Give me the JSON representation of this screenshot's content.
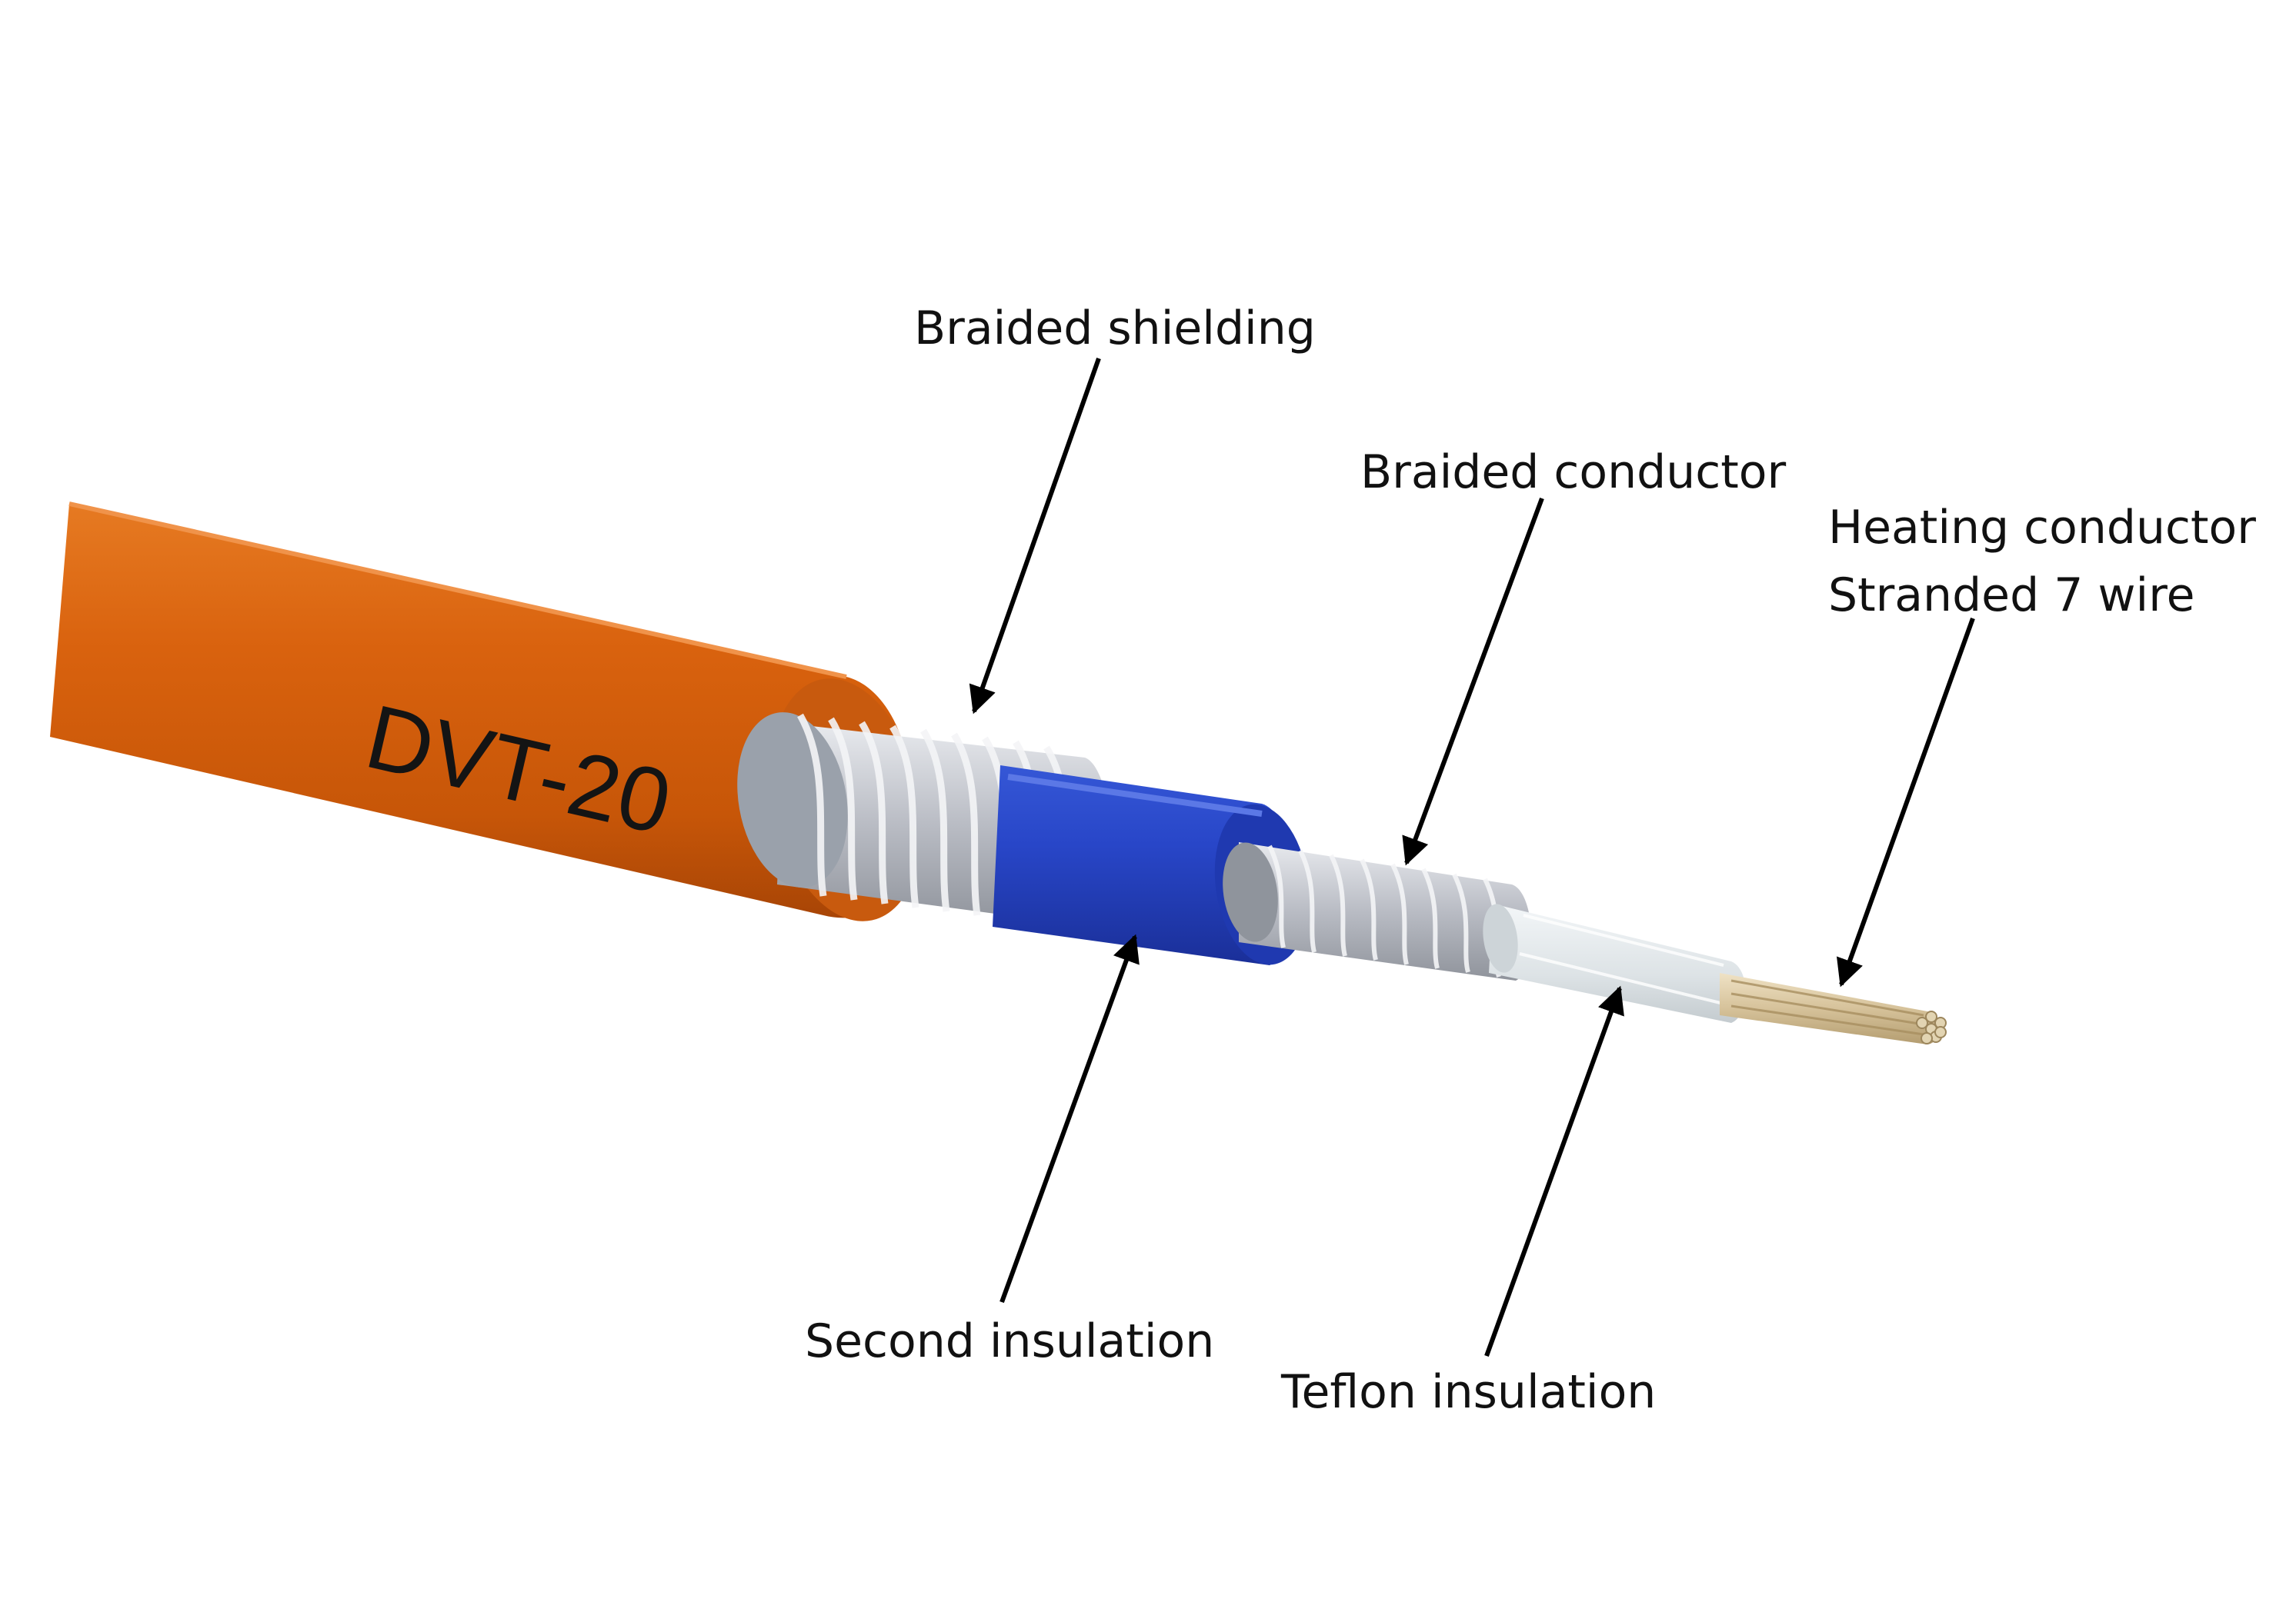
{
  "cable": {
    "marking": "DVT-20",
    "jacket_color": "#d9620e",
    "second_insulation_color": "#2846c8",
    "braid_color": "#c9ccd3",
    "teflon_color": "#e6ebee",
    "conductor_color": "#d6c29a"
  },
  "labels": {
    "braided_shielding": "Braided shielding",
    "braided_conductor": "Braided conductor",
    "heating_conductor_line1": "Heating conductor",
    "heating_conductor_line2": "Stranded 7 wire",
    "second_insulation": "Second insulation",
    "teflon_insulation": "Teflon insulation"
  }
}
